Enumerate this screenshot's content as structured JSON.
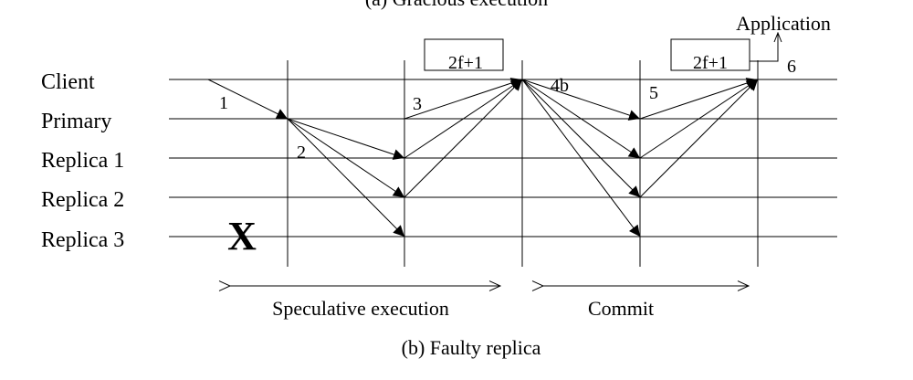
{
  "top_caption": "(a) Gracious execution",
  "rows": [
    "Client",
    "Primary",
    "Replica 1",
    "Replica 2",
    "Replica 3"
  ],
  "steps": [
    "1",
    "2",
    "3",
    "4b",
    "5",
    "6"
  ],
  "quorum_label": "2f+1",
  "application_label": "Application",
  "fault_marker": "X",
  "phases": [
    "Speculative execution",
    "Commit"
  ],
  "bottom_caption": "(b) Faulty replica"
}
